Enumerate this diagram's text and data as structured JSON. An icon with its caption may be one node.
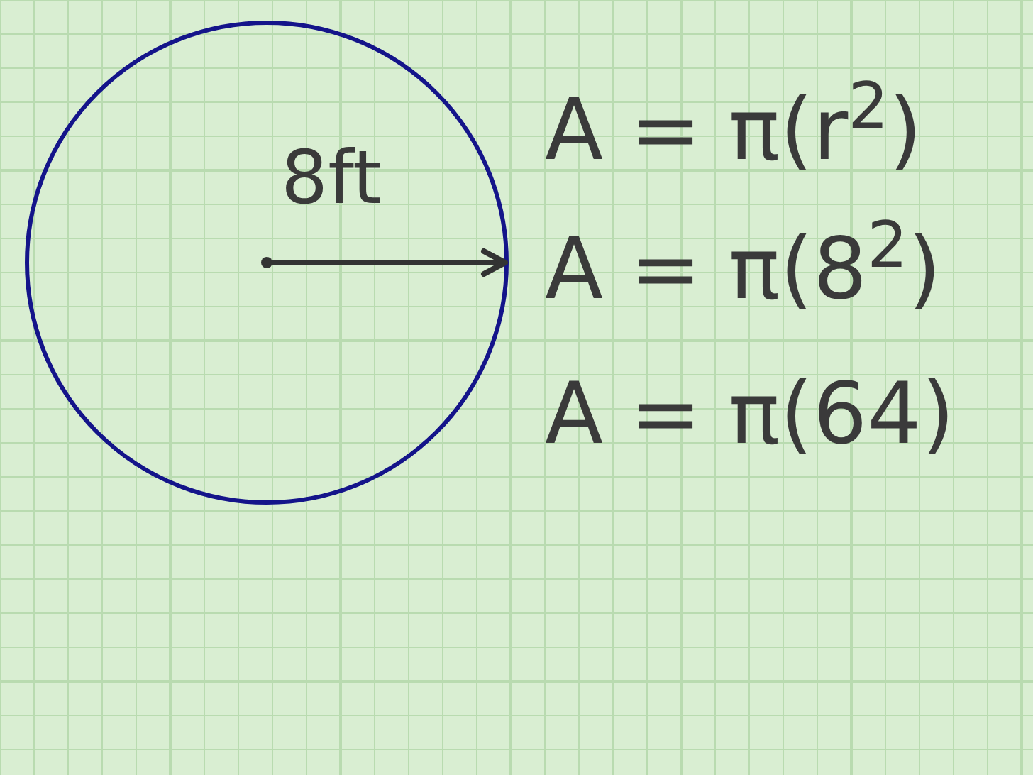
{
  "diagram": {
    "nodes": [
      {
        "text": [],
        "shape": "circle"
      }
    ],
    "labels": [
      "8ft",
      "A = π(r$^{2}$)",
      "A = π(8$^{2}$)",
      "A = π(64)"
    ]
  }
}
